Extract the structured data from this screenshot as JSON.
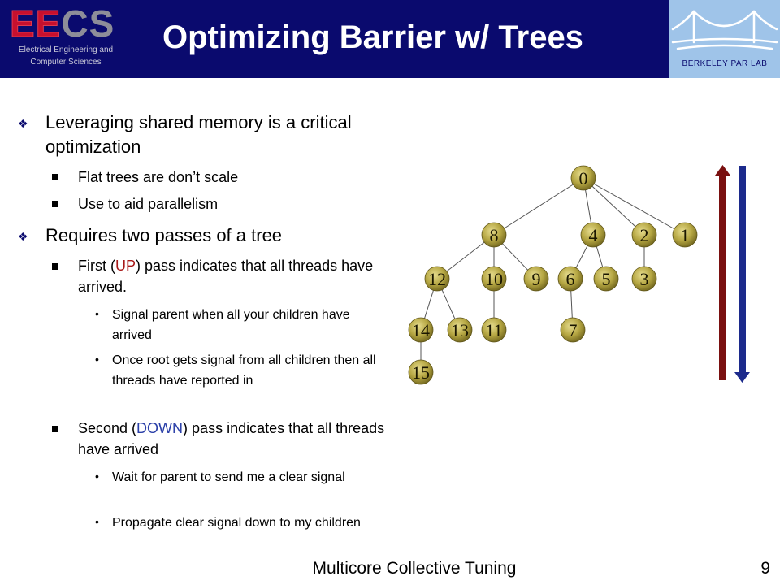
{
  "header": {
    "logo_text_ee": "EE",
    "logo_text_cs": "CS",
    "logo_subtitle_1": "Electrical Engineering and",
    "logo_subtitle_2": "Computer Sciences",
    "title": "Optimizing Barrier w/ Trees",
    "lab_name": "BERKELEY PAR LAB"
  },
  "bullets": {
    "b1": "Leveraging shared memory is a critical optimization",
    "b1_sub1": "Flat trees are don’t scale",
    "b1_sub2": "Use to aid parallelism",
    "b2": "Requires two passes of a tree",
    "b2_sub1_pre": "First (",
    "b2_sub1_em": "UP",
    "b2_sub1_post": ") pass indicates that all threads have arrived.",
    "b2_sub1_d1": "Signal parent when all your children have arrived",
    "b2_sub1_d2": "Once root gets signal from all children then all threads have reported in",
    "b2_sub2_pre": "Second (",
    "b2_sub2_em": "DOWN",
    "b2_sub2_post": ") pass indicates that all threads have arrived",
    "b2_sub2_d1": "Wait for parent to send me a clear signal",
    "b2_sub2_d2": "Propagate clear signal down to my children"
  },
  "tree": {
    "node_color": "#b5a642",
    "nodes": [
      "0",
      "8",
      "4",
      "2",
      "1",
      "12",
      "10",
      "9",
      "6",
      "5",
      "3",
      "14",
      "13",
      "11",
      "7",
      "15"
    ]
  },
  "arrows": {
    "up_color": "#7a1010",
    "down_color": "#1c2a8c"
  },
  "footer": {
    "title": "Multicore Collective Tuning",
    "page": "9"
  }
}
